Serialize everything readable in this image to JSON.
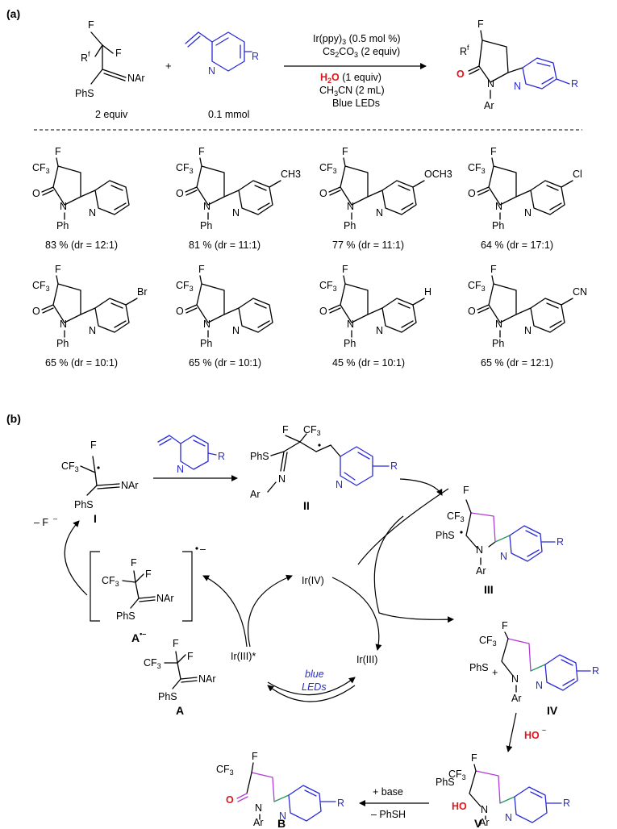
{
  "panels": {
    "a": "(a)",
    "b": "(b)"
  },
  "colors": {
    "text": "#000000",
    "highlight_red": "#e0141b",
    "pyridine_blue": "#2a2ad6",
    "ring_purple": "#b23bd6",
    "bond_green": "#1f9a5a"
  },
  "reaction": {
    "reagent1_equiv": "2 equiv",
    "reagent2_amount": "0.1 mmol",
    "plus": "+",
    "conditions": [
      "Ir(ppy)3 (0.5 mol %)",
      "Cs2CO3 (2 equiv)",
      "H2O (1 equiv)",
      "CH3CN (2 mL)",
      "Blue LEDs"
    ]
  },
  "products": [
    {
      "yield": "83 % (dr = 12:1)",
      "sub": ""
    },
    {
      "yield": "81 % (dr = 11:1)",
      "sub": "CH3"
    },
    {
      "yield": "77 % (dr = 11:1)",
      "sub": "OCH3"
    },
    {
      "yield": "64 % (dr = 17:1)",
      "sub": "Cl"
    },
    {
      "yield": "65 % (dr = 10:1)",
      "sub": "Br"
    },
    {
      "yield": "65 % (dr = 10:1)",
      "sub": ""
    },
    {
      "yield": "45 % (dr = 10:1)",
      "sub": "H"
    },
    {
      "yield": "65 % (dr = 12:1)",
      "sub": "CN"
    }
  ],
  "mechanism": {
    "labels": {
      "I": "I",
      "II": "II",
      "III": "III",
      "IV": "IV",
      "V": "V",
      "A": "A",
      "B": "B",
      "A_rad": "A"
    },
    "loss_fluoride": "– F",
    "catalysts": {
      "ir4": "Ir(IV)",
      "ir3star": "Ir(III)*",
      "ir3": "Ir(III)"
    },
    "light": [
      "blue",
      "LEDs"
    ],
    "hydroxide": "HO",
    "base_step": [
      "+ base",
      "– PhSH"
    ]
  }
}
